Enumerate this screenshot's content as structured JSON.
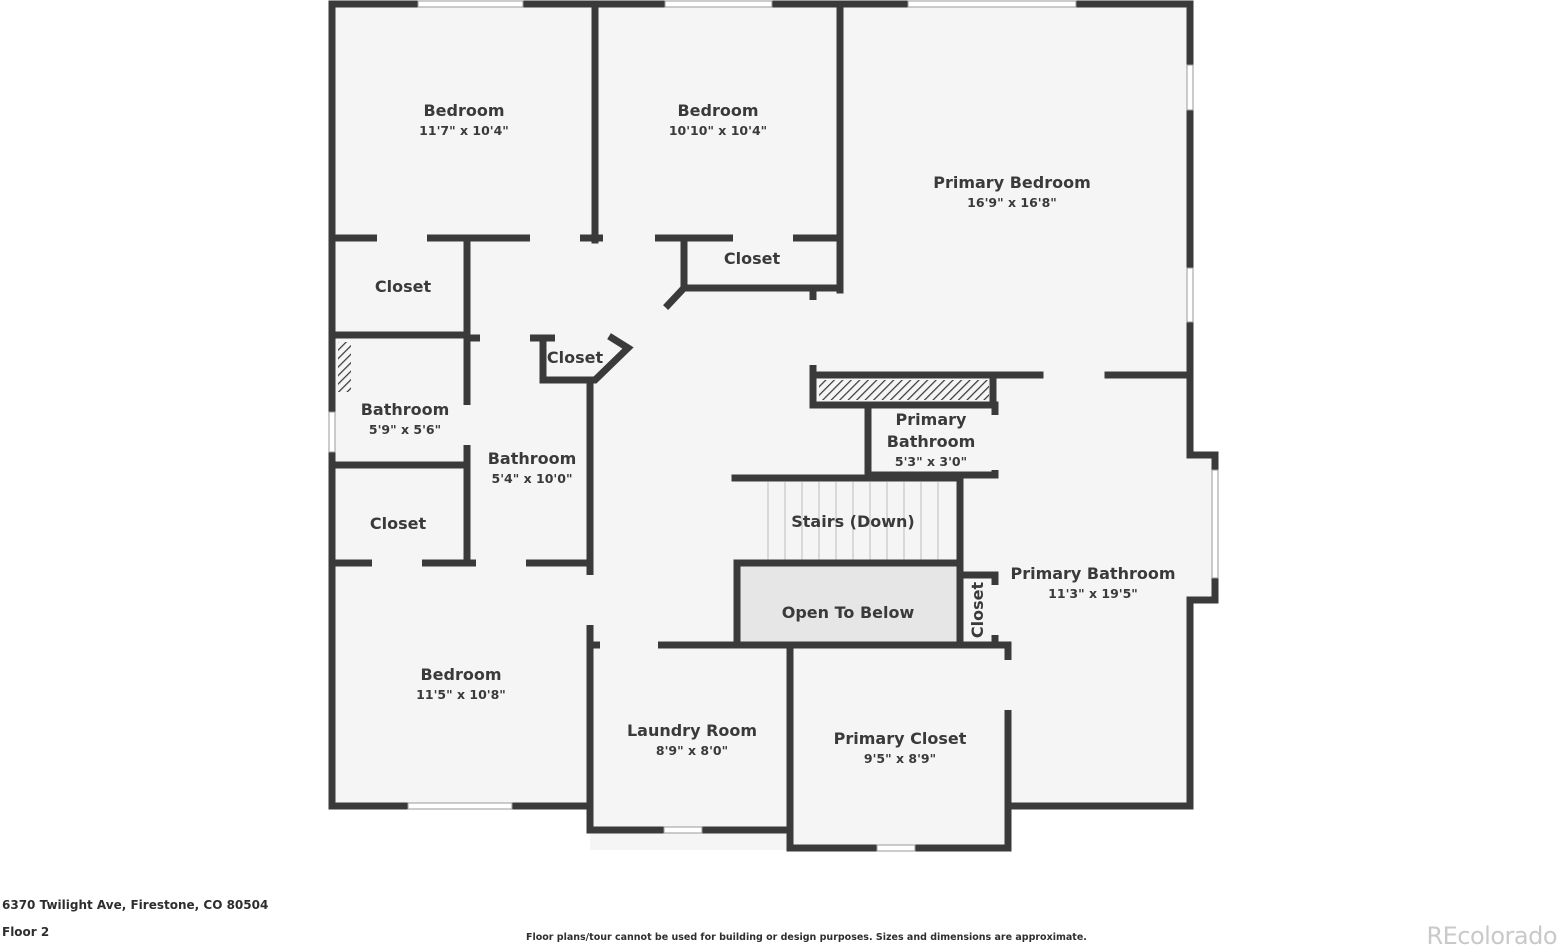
{
  "address": "6370 Twilight Ave, Firestone, CO 80504",
  "floor": "Floor 2",
  "disclaimer": "Floor plans/tour cannot be used for building or design purposes. Sizes and dimensions are approximate.",
  "brand": "REcolorado",
  "colors": {
    "wall": "#3a3a3a",
    "floor": "#f5f5f5",
    "open_to_below": "#e6e6e6",
    "window": "#d9d9d9",
    "text": "#3a3a3a",
    "brand": "#c9c9c9"
  },
  "rooms": {
    "bedroom_nw": {
      "name": "Bedroom",
      "dims": "11'7\" x 10'4\""
    },
    "bedroom_n": {
      "name": "Bedroom",
      "dims": "10'10\" x 10'4\""
    },
    "primary_bedroom": {
      "name": "Primary Bedroom",
      "dims": "16'9\" x 16'8\""
    },
    "closet_n": {
      "name": "Closet"
    },
    "closet_w": {
      "name": "Closet"
    },
    "closet_angled": {
      "name": "Closet"
    },
    "bathroom_small": {
      "name": "Bathroom",
      "dims": "5'9\" x 5'6\""
    },
    "bathroom": {
      "name": "Bathroom",
      "dims": "5'4\" x 10'0\""
    },
    "primary_bathroom_small": {
      "name_line1": "Primary",
      "name_line2": "Bathroom",
      "dims": "5'3\" x 3'0\""
    },
    "closet_sw": {
      "name": "Closet"
    },
    "stairs": {
      "name": "Stairs (Down)"
    },
    "open_to_below": {
      "name": "Open To Below"
    },
    "closet_vertical": {
      "name": "Closet"
    },
    "primary_bathroom": {
      "name": "Primary Bathroom",
      "dims": "11'3\" x 19'5\""
    },
    "bedroom_sw": {
      "name": "Bedroom",
      "dims": "11'5\" x 10'8\""
    },
    "laundry": {
      "name": "Laundry Room",
      "dims": "8'9\" x 8'0\""
    },
    "primary_closet": {
      "name": "Primary Closet",
      "dims": "9'5\" x 8'9\""
    }
  }
}
